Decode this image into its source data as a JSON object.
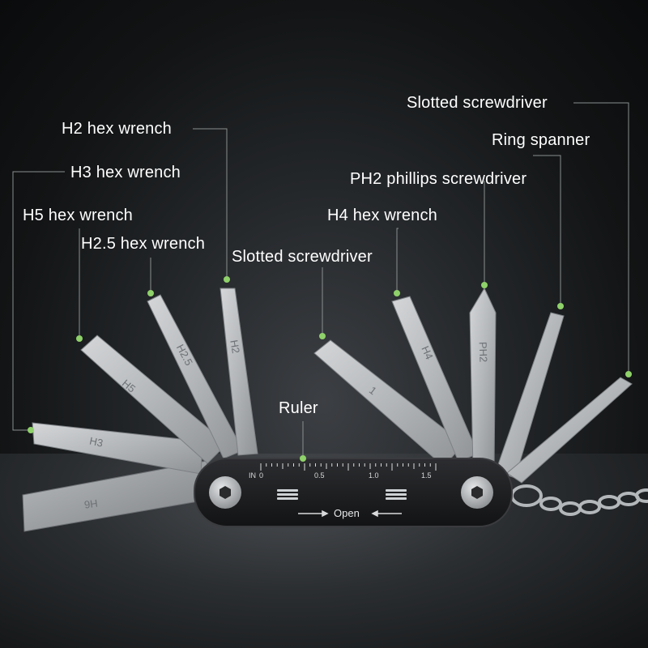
{
  "callouts": {
    "slotted_top": "Slotted screwdriver",
    "ring_spanner": "Ring spanner",
    "h2": "H2 hex wrench",
    "ph2": "PH2 phillips screwdriver",
    "h3": "H3 hex wrench",
    "h4": "H4 hex wrench",
    "h5": "H5 hex wrench",
    "h25": "H2.5 hex wrench",
    "slotted_mid": "Slotted screwdriver",
    "ruler": "Ruler"
  },
  "engravings": {
    "h6": "H6",
    "h3": "H3",
    "h5": "H5",
    "h25": "H2.5",
    "h2": "H2",
    "slot_mark": "1",
    "h4": "H4",
    "ph2": "PH2"
  },
  "ruler_marks": {
    "unit": "IN",
    "zero": "0",
    "half": "0.5",
    "one": "1.0",
    "one_half": "1.5"
  },
  "handle_label": "Open",
  "colors": {
    "accent_dot": "#8fd16a",
    "leader_line": "#8a8f8f",
    "background": "#1a1c1e",
    "steel": "#b9bcbf",
    "handle": "#1e1f21"
  }
}
